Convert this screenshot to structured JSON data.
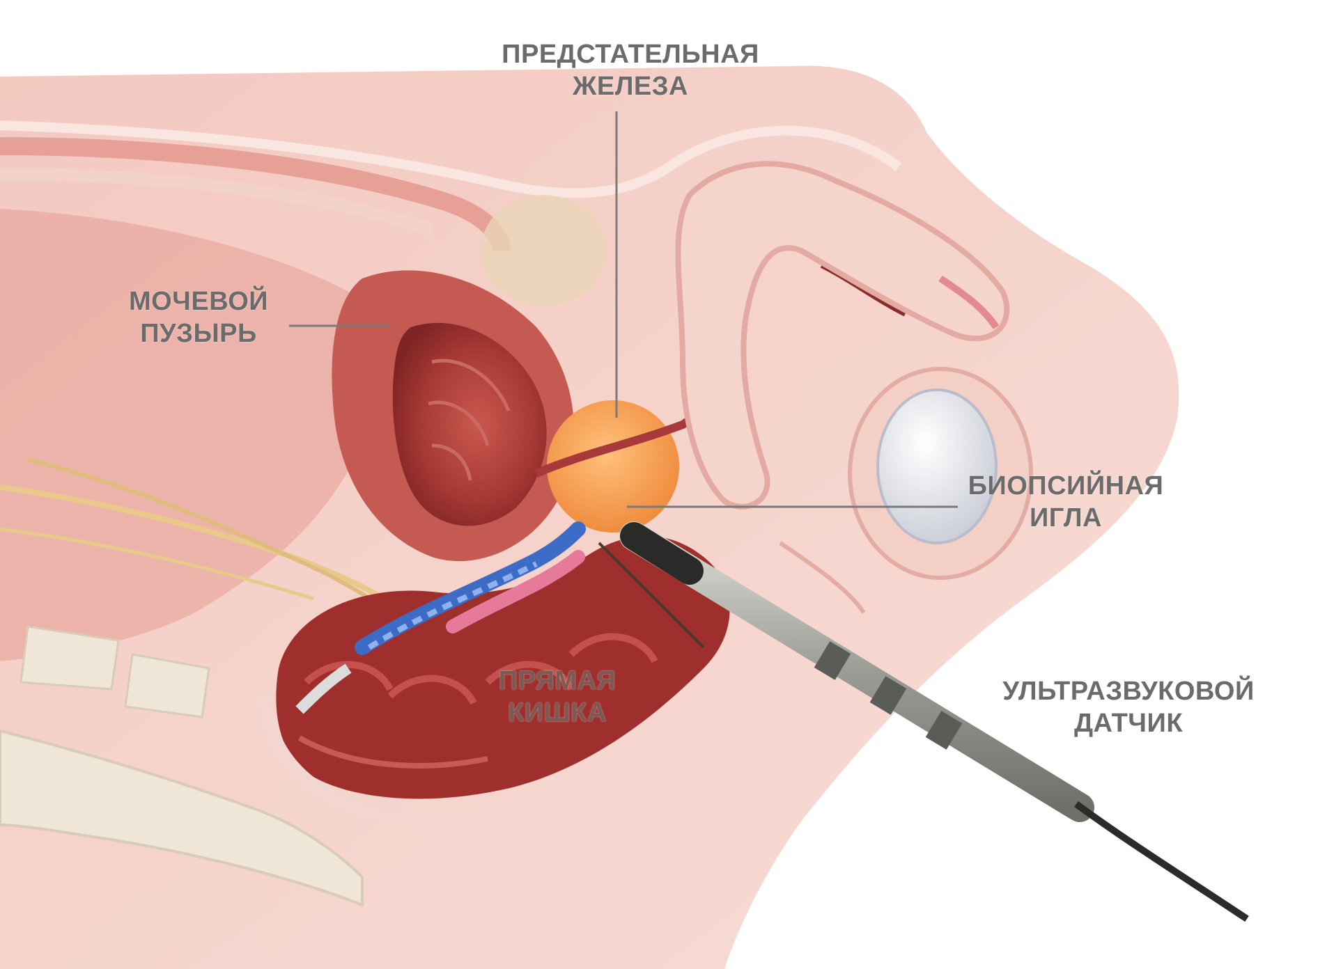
{
  "labels": {
    "prostate": {
      "line1": "ПРЕДСТАТЕЛЬНАЯ",
      "line2": "ЖЕЛЕЗА"
    },
    "bladder": {
      "line1": "МОЧЕВОЙ",
      "line2": "ПУЗЫРЬ"
    },
    "needle": {
      "line1": "БИОПСИЙНАЯ",
      "line2": "ИГЛА"
    },
    "rectum": {
      "line1": "ПРЯМАЯ",
      "line2": "КИШКА"
    },
    "probe": {
      "line1": "УЛЬТРАЗВУКОВОЙ",
      "line2": "ДАТЧИК"
    }
  },
  "colors": {
    "skin": "#f6d9d2",
    "tissue": "#e9a9a0",
    "muscle": "#b8413c",
    "bladder": "#a83a35",
    "prostate": "#f29a52",
    "rectum": "#9e2f2d",
    "bone": "#efe6d8",
    "vein": "#3d6cc6",
    "probe": "#8a8c86",
    "text": "#6b6b6b"
  }
}
